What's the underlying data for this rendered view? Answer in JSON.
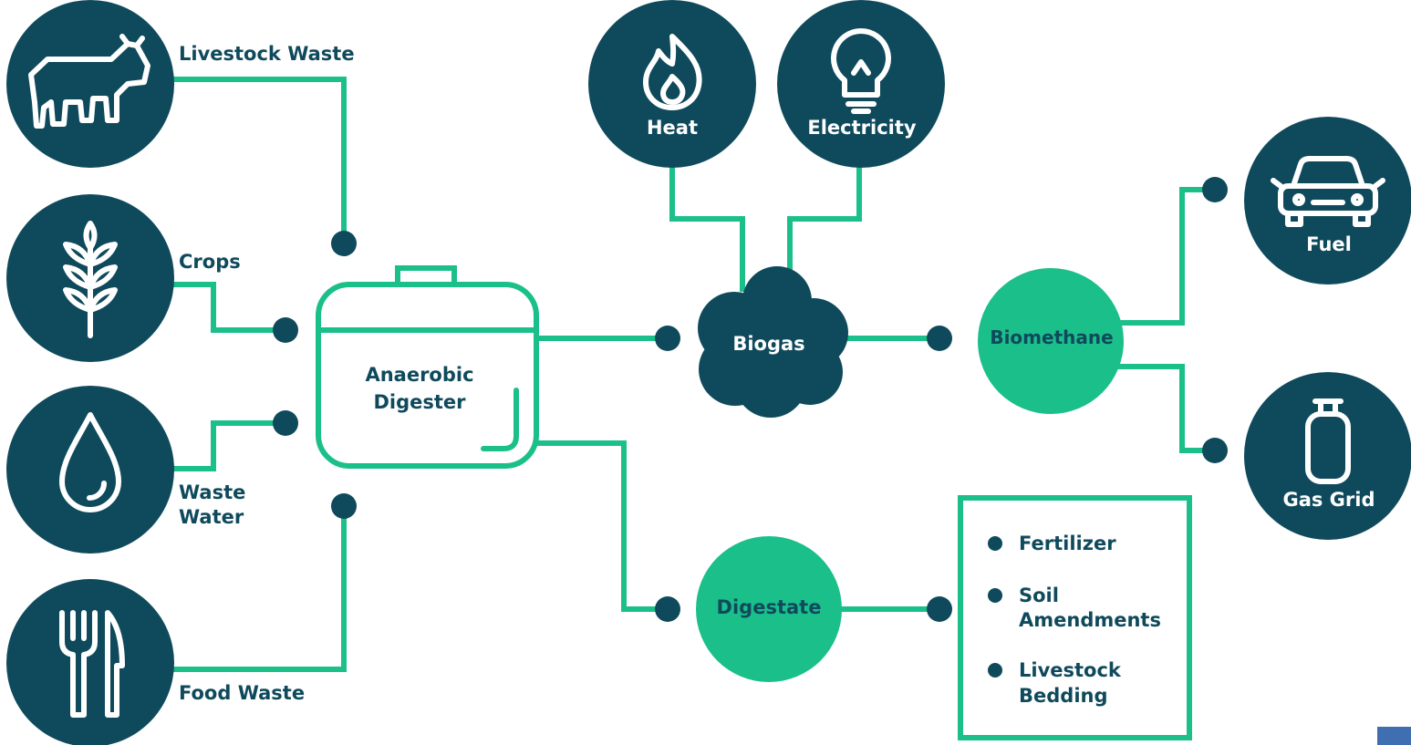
{
  "colors": {
    "node": "#0f4a5c",
    "accent": "#1bbf8a",
    "icon": "#ffffff"
  },
  "inputs": {
    "livestock_waste": {
      "label": "Livestock Waste",
      "icon": "cow-icon"
    },
    "crops": {
      "label": "Crops",
      "icon": "wheat-icon"
    },
    "waste_water": {
      "label_line1": "Waste",
      "label_line2": "Water",
      "icon": "water-drop-icon"
    },
    "food_waste": {
      "label": "Food Waste",
      "icon": "fork-knife-icon"
    }
  },
  "digester": {
    "label_line1": "Anaerobic",
    "label_line2": "Digester"
  },
  "biogas": {
    "label": "Biogas"
  },
  "uses": {
    "heat": {
      "label": "Heat",
      "icon": "flame-icon"
    },
    "electricity": {
      "label": "Electricity",
      "icon": "lightbulb-icon"
    }
  },
  "biomethane": {
    "label": "Biomethane"
  },
  "outputs": {
    "fuel": {
      "label": "Fuel",
      "icon": "car-icon"
    },
    "gas_grid": {
      "label": "Gas Grid",
      "icon": "gas-cylinder-icon"
    }
  },
  "digestate": {
    "label": "Digestate",
    "products": [
      {
        "line1": "Fertilizer",
        "line2": ""
      },
      {
        "line1": "Soil",
        "line2": "Amendments"
      },
      {
        "line1": "Livestock",
        "line2": "Bedding"
      }
    ]
  }
}
